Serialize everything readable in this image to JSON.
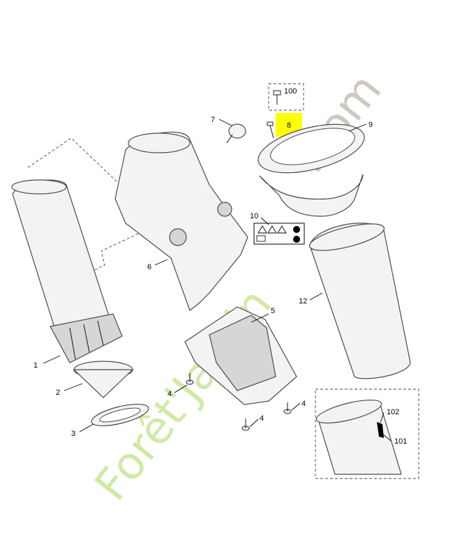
{
  "watermark": {
    "text_part1": "Forêt'Jardin",
    "text_part2": ".com",
    "color_green": "#b5df7a",
    "color_grey": "#b5ab9e"
  },
  "callouts": {
    "c1": "1",
    "c2": "2",
    "c3": "3",
    "c4a": "4",
    "c4b": "4",
    "c4c": "4",
    "c5": "5",
    "c6": "6",
    "c7": "7",
    "c8": "8",
    "c9": "9",
    "c10": "10",
    "c12": "12",
    "c100": "100",
    "c101": "101",
    "c102": "102"
  },
  "highlight": {
    "part": "8",
    "color": "#ffff00"
  }
}
